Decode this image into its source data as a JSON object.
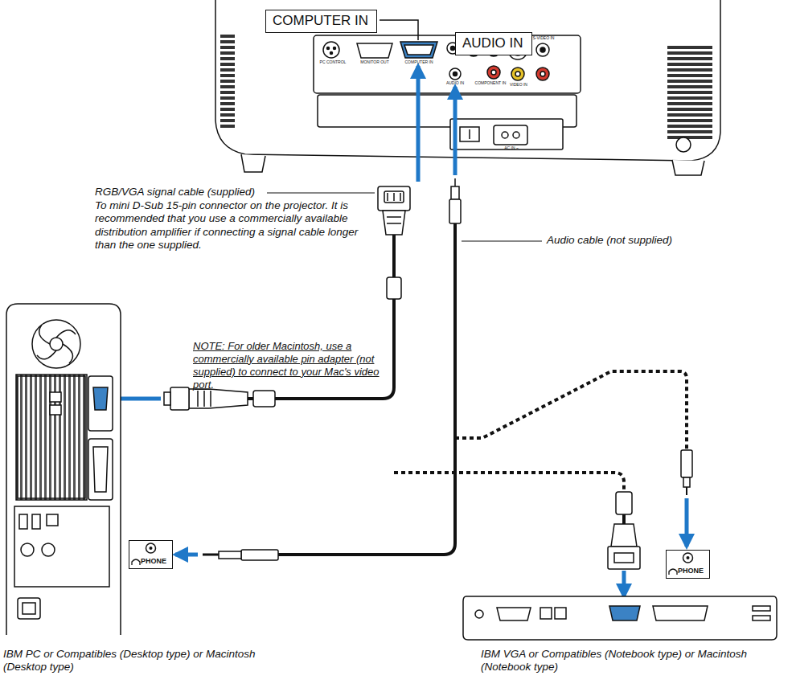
{
  "diagram": {
    "nodes": [
      {
        "text": [
          "COMPUTER IN"
        ]
      },
      {
        "text": [
          "AUDIO IN"
        ]
      },
      {
        "text": [
          "PHONE"
        ]
      },
      {
        "text": [
          "PHONE"
        ]
      }
    ],
    "labels": [
      "RGB/VGA signal cable (supplied)",
      "To mini D-Sub 15-pin connector on the projector. It is recommended that you use a commercially available distribution amplifier if connecting a signal cable longer than the one supplied.",
      "Audio cable (not supplied)",
      "NOTE: For older Macintosh, use a commercially available pin adapter (not supplied) to connect to your Mac's video port.",
      "IBM PC or Compatibles (Desktop type) or Macintosh (Desktop type)",
      "IBM VGA or Compatibles (Notebook type) or Macintosh (Notebook type)",
      "PC CONTROL",
      "MONITOR OUT",
      "COMPUTER IN",
      "AUDIO IN",
      "COMPONENT IN",
      "VIDEO IN",
      "S-VIDEO IN",
      "AC IN ~"
    ]
  }
}
